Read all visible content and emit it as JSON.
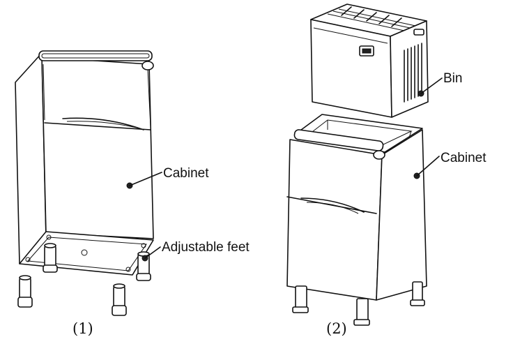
{
  "figure1": {
    "caption": "(1)",
    "labels": {
      "cabinet": "Cabinet",
      "feet": "Adjustable feet"
    }
  },
  "figure2": {
    "caption": "(2)",
    "labels": {
      "bin": "Bin",
      "cabinet": "Cabinet"
    }
  },
  "colors": {
    "line": "#111111",
    "background": "#ffffff"
  }
}
